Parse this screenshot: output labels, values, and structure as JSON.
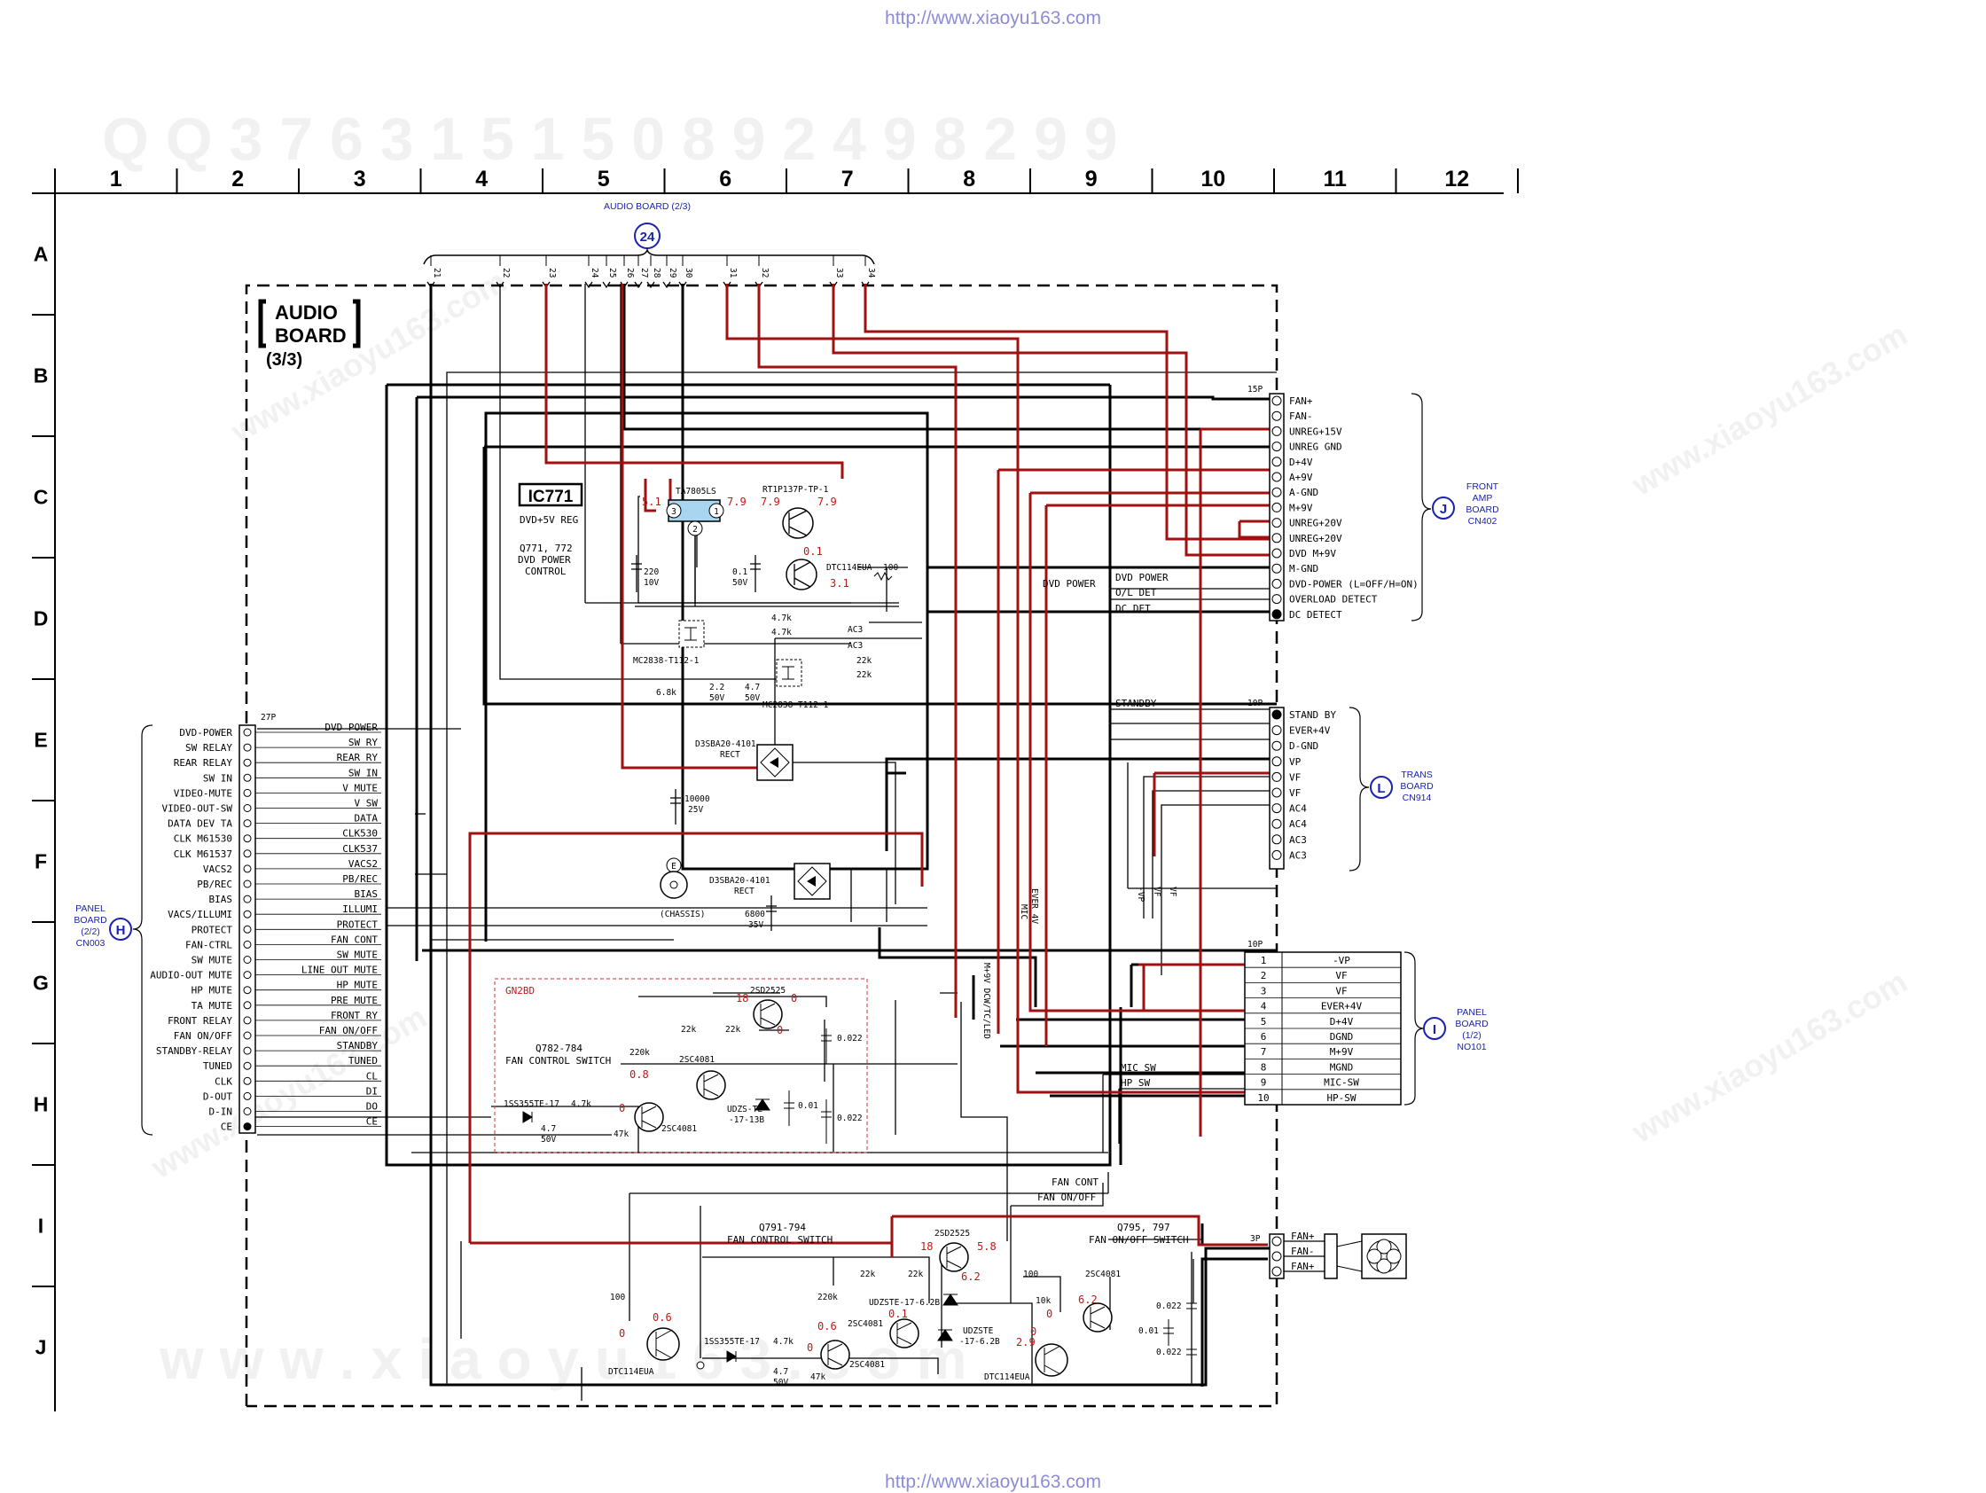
{
  "header": {
    "url_top": "http://www.xiaoyu163.com",
    "url_bottom": "http://www.xiaoyu163.com"
  },
  "watermark": {
    "top": "Q Q 3 7 6 3 1 5 1 5 0           8 9 2 4 9 8 2 9 9",
    "bottom": "w w w . x i a o y u 1 6 3 . c o m",
    "site": "www.xiaoyu163.com"
  },
  "grid": {
    "columns": [
      "1",
      "2",
      "3",
      "4",
      "5",
      "6",
      "7",
      "8",
      "9",
      "10",
      "11",
      "12"
    ],
    "rows": [
      "A",
      "B",
      "C",
      "D",
      "E",
      "F",
      "G",
      "H",
      "I",
      "J"
    ]
  },
  "board": {
    "title_line1": "AUDIO",
    "title_line2": "BOARD",
    "title_line3": "(3/3)"
  },
  "audio_board_ref": {
    "label": "AUDIO BOARD (2/3)",
    "badge": "24",
    "pins": [
      "21",
      "22",
      "23",
      "24",
      "25",
      "26",
      "27",
      "28",
      "29",
      "30",
      "31",
      "32",
      "33",
      "34"
    ]
  },
  "ic771": {
    "name": "IC771",
    "desc": "DVD+5V REG",
    "part": "TA7805LS",
    "pins": [
      "3",
      "2",
      "1"
    ],
    "v_in": "5.1",
    "v_out": "7.9"
  },
  "q771": {
    "label_line1": "Q771, 772",
    "label_line2": "DVD POWER",
    "label_line3": "CONTROL",
    "part_a": "RT1P137P-TP-1",
    "part_b": "DTC114EUA",
    "v1": "7.9",
    "v2": "7.9",
    "v3": "0.1",
    "v4": "3.1",
    "r": "100"
  },
  "caps_top": {
    "c1": "220",
    "c1v": "10V",
    "c2": "0.1",
    "c2v": "50V"
  },
  "mc2838": {
    "part1": "MC2838-T112-1",
    "part2": "MC2838-T112-1",
    "r1": "4.7k",
    "r2": "4.7k",
    "r3": "22k",
    "r4": "22k",
    "ac3a": "AC3",
    "ac3b": "AC3",
    "r5": "6.8k",
    "c5": "2.2",
    "c5v": "50V",
    "c6": "4.7",
    "c6v": "50V"
  },
  "rect1": {
    "part": "D3SBA20-4101",
    "sub": "RECT",
    "cap": "10000",
    "capv": "25V"
  },
  "rect2": {
    "part": "D3SBA20-4101",
    "sub": "RECT",
    "cap": "6800",
    "capv": "35V"
  },
  "chassis": {
    "pin": "E",
    "label": "(CHASSIS)"
  },
  "cn_j": {
    "count": "15P",
    "pins": [
      "FAN+",
      "FAN-",
      "UNREG+15V",
      "UNREG GND",
      "D+4V",
      "A+9V",
      "A-GND",
      "M+9V",
      "UNREG+20V",
      "UNREG+20V",
      "DVD M+9V",
      "M-GND",
      "DVD-POWER (L=OFF/H=ON)",
      "OVERLOAD DETECT",
      "DC DETECT"
    ],
    "board_line1": "FRONT",
    "board_line2": "AMP",
    "board_line3": "BOARD",
    "board_line4": "CN402",
    "badge": "J",
    "net_labels": [
      "DVD POWER",
      "O/L DET",
      "DC DET"
    ],
    "net_dvd_power": "DVD POWER"
  },
  "cn_l": {
    "count": "10P",
    "pins": [
      "STAND BY",
      "EVER+4V",
      "D-GND",
      "VP",
      "VF",
      "VF",
      "AC4",
      "AC4",
      "AC3",
      "AC3"
    ],
    "board_line1": "TRANS",
    "board_line2": "BOARD",
    "board_line3": "CN914",
    "badge": "L",
    "net_label": "STANDBY"
  },
  "cn_i": {
    "count": "10P",
    "nums": [
      "1",
      "2",
      "3",
      "4",
      "5",
      "6",
      "7",
      "8",
      "9",
      "10"
    ],
    "pins": [
      "-VP",
      "VF",
      "VF",
      "EVER+4V",
      "D+4V",
      "DGND",
      "M+9V",
      "MGND",
      "MIC-SW",
      "HP-SW"
    ],
    "board_line1": "PANEL",
    "board_line2": "BOARD",
    "board_line3": "(1/2)",
    "board_line4": "NO101",
    "badge": "I",
    "net_labels": [
      "MIC SW",
      "HP SW"
    ]
  },
  "cn_h": {
    "count": "27P",
    "left_pins": [
      "DVD-POWER",
      "SW RELAY",
      "REAR RELAY",
      "SW IN",
      "VIDEO-MUTE",
      "VIDEO-OUT-SW",
      "DATA DEV TA",
      "CLK M61530",
      "CLK M61537",
      "VACS2",
      "PB/REC",
      "BIAS",
      "VACS/ILLUMI",
      "PROTECT",
      "FAN-CTRL",
      "SW MUTE",
      "AUDIO-OUT MUTE",
      "HP MUTE",
      "TA MUTE",
      "FRONT RELAY",
      "FAN ON/OFF",
      "STANDBY-RELAY",
      "TUNED",
      "CLK",
      "D-OUT",
      "D-IN",
      "CE"
    ],
    "right_pins": [
      "DVD POWER",
      "SW RY",
      "REAR RY",
      "SW IN",
      "V MUTE",
      "V SW",
      "DATA",
      "CLK530",
      "CLK537",
      "VACS2",
      "PB/REC",
      "BIAS",
      "ILLUMI",
      "PROTECT",
      "FAN CONT",
      "SW MUTE",
      "LINE OUT MUTE",
      "HP MUTE",
      "PRE MUTE",
      "FRONT RY",
      "FAN ON/OFF",
      "STANDBY",
      "TUNED",
      "CL",
      "DI",
      "DO",
      "CE"
    ],
    "board_line1": "PANEL",
    "board_line2": "BOARD",
    "board_line3": "(2/2)",
    "board_line4": "CN003",
    "badge": "H"
  },
  "vertical_nets": [
    "MIC",
    "EVER 4V",
    "M+9V DCW/TC/LED",
    "-VP",
    "VF",
    "VF"
  ],
  "gn2bd": {
    "tag": "GN2BD",
    "title_line1": "Q782-784",
    "title_line2": "FAN CONTROL SWITCH",
    "q_top": "2SD2525",
    "q_mid": "2SC4081",
    "q_low": "2SC4081",
    "diode": "1SS355TE-17",
    "zener": "UDZS-TE",
    "zener2": "-17-13B",
    "r1": "22k",
    "r2": "22k",
    "r3": "220k",
    "r4": "4.7k",
    "r5": "47k",
    "c1": "4.7",
    "c1v": "50V",
    "c2": "0.022",
    "c3": "0.01",
    "c4": "0.022",
    "v_18": "18",
    "v_0a": "0",
    "v_0b": "0",
    "v_08": "0.8",
    "v_0c": "0"
  },
  "fan_nets": [
    "FAN CONT",
    "FAN ON/OFF"
  ],
  "q791": {
    "title_line1": "Q791-794",
    "title_line2": "FAN CONTROL SWITCH",
    "q_top": "2SD2525",
    "q_mid": "2SC4081",
    "q_low": "2SC4081",
    "q_dtc": "DTC114EUA",
    "diode": "1SS355TE-17",
    "zener1": "UDZSTE-17-6.2B",
    "zener2": "UDZSTE",
    "zener2b": "-17-6.2B",
    "r1": "22k",
    "r2": "22k",
    "r3": "220k",
    "r4": "100",
    "r5": "4.7k",
    "r6": "47k",
    "c1": "4.7",
    "c1v": "50V",
    "v_18": "18",
    "v_58": "5.8",
    "v_62": "6.2",
    "v_01": "0.1",
    "v_06a": "0.6",
    "v_06b": "0.6",
    "v_0a": "0",
    "v_0b": "0",
    "v_0c": "0"
  },
  "q795": {
    "title_line1": "Q795, 797",
    "title_line2": "FAN ON/OFF SWITCH",
    "q_a": "2SC4081",
    "q_b": "DTC114EUA",
    "r1": "100",
    "r2": "10k",
    "c1": "0.022",
    "c2": "0.01",
    "c3": "0.022",
    "v_62": "6.2",
    "v_0a": "0",
    "v_0b": "0",
    "v_29": "2.9"
  },
  "cn_fan": {
    "count": "3P",
    "pins": [
      "FAN+",
      "FAN-",
      "FAN+"
    ]
  }
}
